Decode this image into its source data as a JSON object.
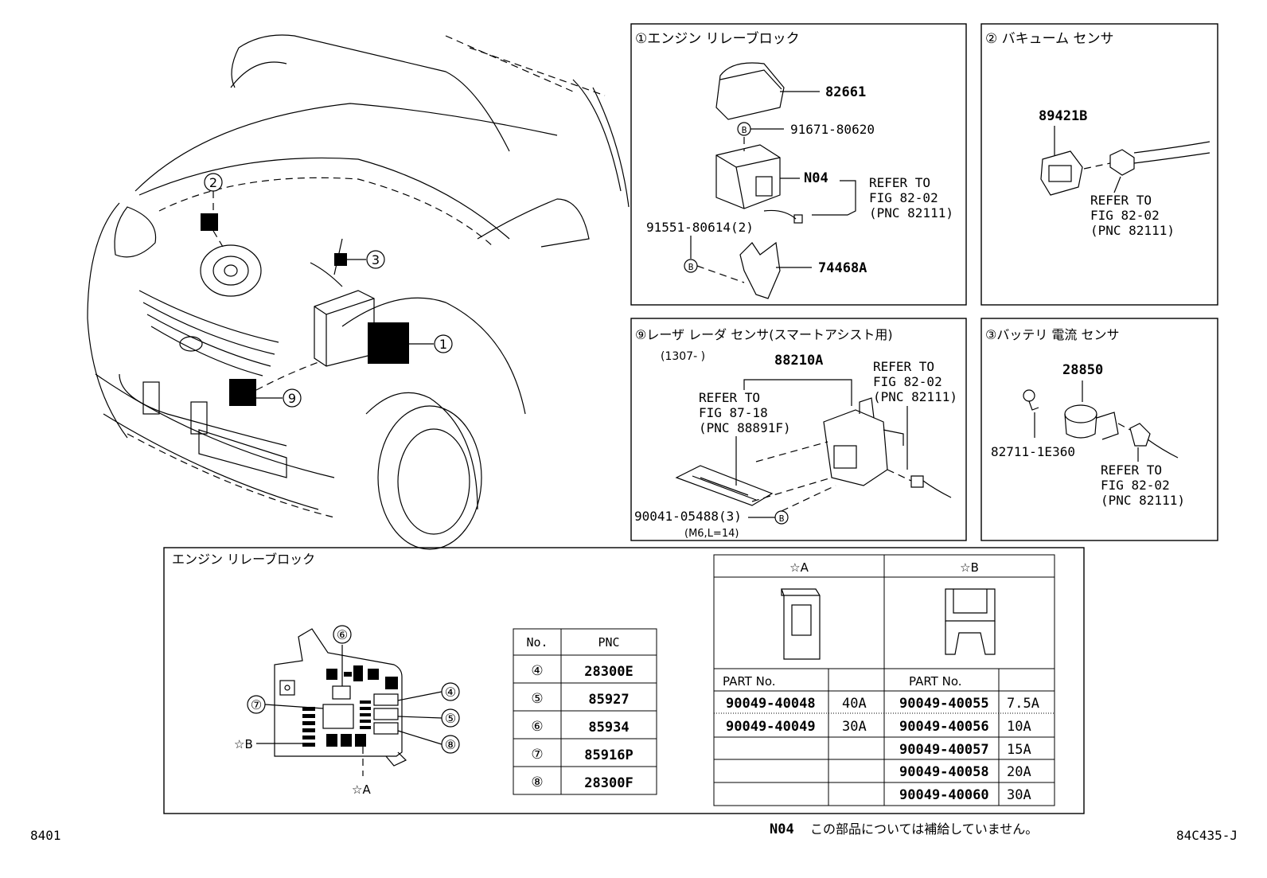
{
  "figure": {
    "page_code": "8401",
    "figure_code": "84C435-J",
    "footnote_part": "N04",
    "footnote_text": "この部品については補給していません。"
  },
  "overview": {
    "callouts": [
      "①",
      "②",
      "③",
      "⑨"
    ]
  },
  "box1": {
    "title": "①エンジン リレーブロック",
    "parts": [
      "82661",
      "91671-80620",
      "N04",
      "91551-80614(2)",
      "74468A"
    ],
    "marker": "B",
    "refer": [
      "REFER TO",
      "FIG 82-02",
      "(PNC 82111)"
    ]
  },
  "box2": {
    "title": "② バキューム センサ",
    "part": "89421B",
    "refer": [
      "REFER TO",
      "FIG 82-02",
      "(PNC 82111)"
    ]
  },
  "box9": {
    "title": "⑨レーザ レーダ センサ(スマートアシスト用)",
    "range": "(1307-    )",
    "part": "88210A",
    "refer_a": [
      "REFER TO",
      "FIG 87-18",
      "(PNC 88891F)"
    ],
    "refer_b": [
      "REFER TO",
      "FIG 82-02",
      "(PNC 82111)"
    ],
    "bolt": "90041-05488(3)",
    "bolt_spec": "(M6,L=14)",
    "marker": "B"
  },
  "box3": {
    "title": "③バッテリ 電流 センサ",
    "part": "28850",
    "clip": "82711-1E360",
    "refer": [
      "REFER TO",
      "FIG 82-02",
      "(PNC 82111)"
    ]
  },
  "relay_block": {
    "title": "エンジン リレーブロック",
    "labels": {
      "star_a": "☆A",
      "star_b": "☆B",
      "c4": "④",
      "c5": "⑤",
      "c6": "⑥",
      "c7": "⑦",
      "c8": "⑧"
    },
    "pnc_table": {
      "headers": [
        "No.",
        "PNC"
      ],
      "rows": [
        [
          "④",
          "28300E"
        ],
        [
          "⑤",
          "85927"
        ],
        [
          "⑥",
          "85934"
        ],
        [
          "⑦",
          "85916P"
        ],
        [
          "⑧",
          "28300F"
        ]
      ]
    },
    "fuse_table": {
      "header_a": "☆A",
      "header_b": "☆B",
      "part_no_label": "PART No.",
      "rows": [
        [
          "90049-40048",
          "40A",
          "90049-40055",
          "7.5A"
        ],
        [
          "90049-40049",
          "30A",
          "90049-40056",
          "10A"
        ],
        [
          "",
          "",
          "90049-40057",
          "15A"
        ],
        [
          "",
          "",
          "90049-40058",
          "20A"
        ],
        [
          "",
          "",
          "90049-40060",
          "30A"
        ]
      ]
    }
  }
}
